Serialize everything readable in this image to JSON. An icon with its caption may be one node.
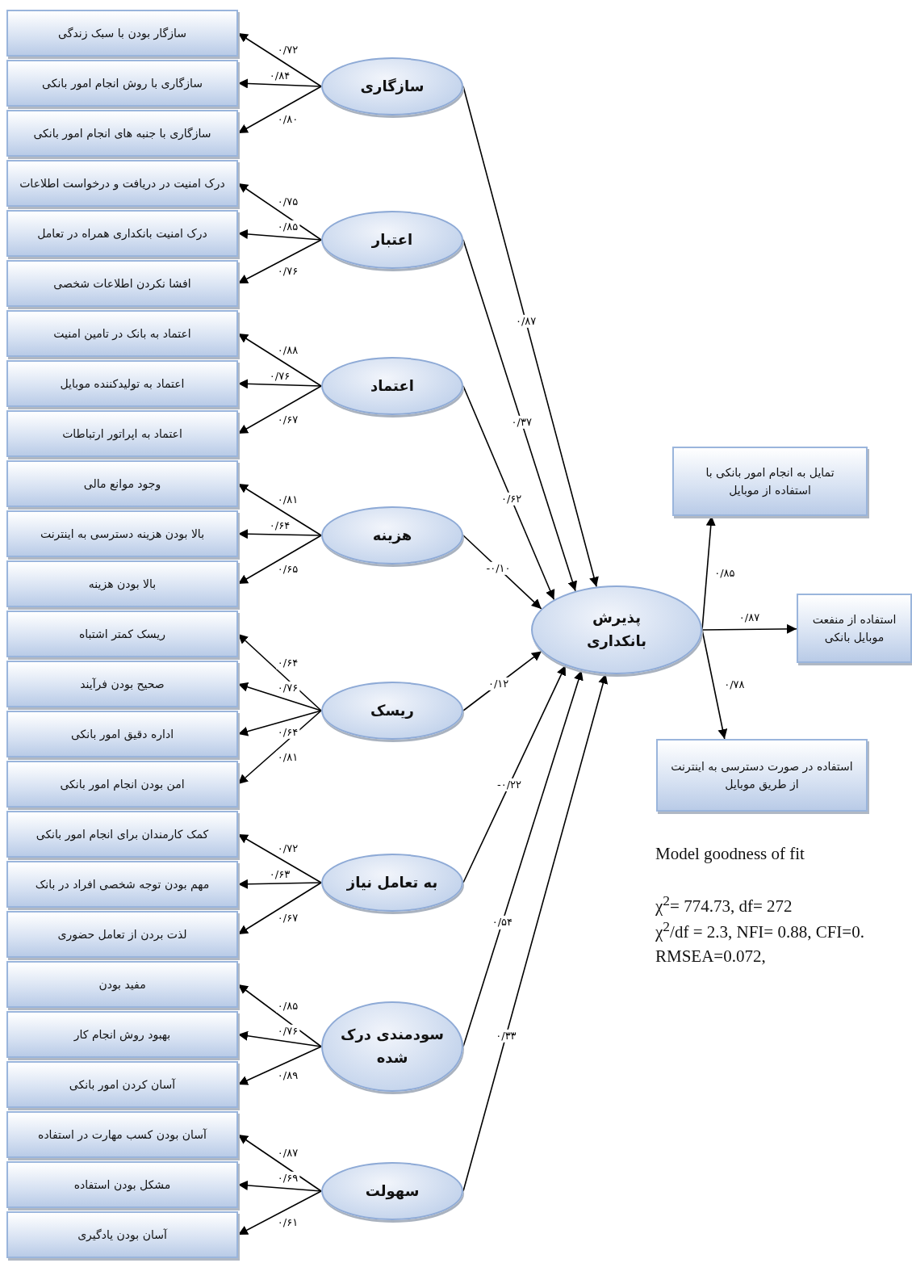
{
  "diagram": {
    "nodes": [
      {
        "text": [
          "سازگار بودن با سبک زندگی"
        ]
      },
      {
        "text": [
          "سازگاری با روش انجام امور بانکی"
        ]
      },
      {
        "text": [
          "سازگاری با جنبه های انجام امور بانکی"
        ]
      },
      {
        "text": [
          "درک امنیت در دریافت و درخواست اطلاعات"
        ]
      },
      {
        "text": [
          "درک امنیت بانکداری همراه در تعامل"
        ]
      },
      {
        "text": [
          "افشا نکردن اطلاعات شخصی"
        ]
      },
      {
        "text": [
          "اعتماد به بانک در تامین امنیت"
        ]
      },
      {
        "text": [
          "اعتماد به تولیدکننده موبایل"
        ]
      },
      {
        "text": [
          "اعتماد به اپراتور ارتباطات"
        ]
      },
      {
        "text": [
          "وجود موانع مالی"
        ]
      },
      {
        "text": [
          "بالا بودن هزینه دسترسی به اینترنت"
        ]
      },
      {
        "text": [
          "بالا بودن هزینه"
        ]
      },
      {
        "text": [
          "ریسک کمتر اشتباه"
        ]
      },
      {
        "text": [
          "صحیح بودن فرآیند"
        ]
      },
      {
        "text": [
          "اداره دقیق امور بانکی"
        ]
      },
      {
        "text": [
          "امن بودن انجام امور بانکی"
        ]
      },
      {
        "text": [
          "کمک کارمندان برای انجام امور بانکی"
        ]
      },
      {
        "text": [
          "مهم بودن توجه شخصی افراد در بانک"
        ]
      },
      {
        "text": [
          "لذت بردن از تعامل حضوری"
        ]
      },
      {
        "text": [
          "مفید بودن"
        ]
      },
      {
        "text": [
          "بهبود روش انجام کار"
        ]
      },
      {
        "text": [
          "آسان کردن امور بانکی"
        ]
      },
      {
        "text": [
          "آسان بودن کسب مهارت در استفاده"
        ]
      },
      {
        "text": [
          "مشکل بودن استفاده"
        ]
      },
      {
        "text": [
          "آسان بودن یادگیری"
        ]
      },
      {
        "text": [
          "سازگاری"
        ]
      },
      {
        "text": [
          "اعتبار"
        ]
      },
      {
        "text": [
          "اعتماد"
        ]
      },
      {
        "text": [
          "هزینه"
        ]
      },
      {
        "text": [
          "ریسک"
        ]
      },
      {
        "text": [
          "به تعامل نیاز"
        ]
      },
      {
        "text": [
          "سودمندی درک شده"
        ]
      },
      {
        "text": [
          "سهولت"
        ]
      },
      {
        "text": [
          "پذیرش بانکداری"
        ]
      },
      {
        "text": [
          "تمایل به انجام امور بانکی با استفاده از موبایل"
        ]
      },
      {
        "text": [
          "استفاده از منفعت موبایل بانکی"
        ]
      },
      {
        "text": [
          "استفاده در صورت دسترسی به اینترنت از طریق موبایل"
        ]
      }
    ],
    "edges": [
      {
        "from": 25,
        "to": 0,
        "arrow": "to",
        "label": "۰/۷۲"
      },
      {
        "from": 25,
        "to": 1,
        "arrow": "to",
        "label": "۰/۸۴"
      },
      {
        "from": 25,
        "to": 2,
        "arrow": "to",
        "label": "۰/۸۰"
      },
      {
        "from": 26,
        "to": 3,
        "arrow": "to",
        "label": "۰/۷۵"
      },
      {
        "from": 26,
        "to": 4,
        "arrow": "to",
        "label": "۰/۸۵"
      },
      {
        "from": 26,
        "to": 5,
        "arrow": "to",
        "label": "۰/۷۶"
      },
      {
        "from": 27,
        "to": 6,
        "arrow": "to",
        "label": "۰/۸۸"
      },
      {
        "from": 27,
        "to": 7,
        "arrow": "to",
        "label": "۰/۷۶"
      },
      {
        "from": 27,
        "to": 8,
        "arrow": "to",
        "label": "۰/۶۷"
      },
      {
        "from": 28,
        "to": 9,
        "arrow": "to",
        "label": "۰/۸۱"
      },
      {
        "from": 28,
        "to": 10,
        "arrow": "to",
        "label": "۰/۶۴"
      },
      {
        "from": 28,
        "to": 11,
        "arrow": "to",
        "label": "۰/۶۵"
      },
      {
        "from": 29,
        "to": 12,
        "arrow": "to",
        "label": "۰/۶۴"
      },
      {
        "from": 29,
        "to": 13,
        "arrow": "to",
        "label": "۰/۷۶"
      },
      {
        "from": 29,
        "to": 14,
        "arrow": "to",
        "label": "۰/۶۴"
      },
      {
        "from": 29,
        "to": 15,
        "arrow": "to",
        "label": "۰/۸۱"
      },
      {
        "from": 30,
        "to": 16,
        "arrow": "to",
        "label": "۰/۷۲"
      },
      {
        "from": 30,
        "to": 17,
        "arrow": "to",
        "label": "۰/۶۳"
      },
      {
        "from": 30,
        "to": 18,
        "arrow": "to",
        "label": "۰/۶۷"
      },
      {
        "from": 31,
        "to": 19,
        "arrow": "to",
        "label": "۰/۸۵"
      },
      {
        "from": 31,
        "to": 20,
        "arrow": "to",
        "label": "۰/۷۶"
      },
      {
        "from": 31,
        "to": 21,
        "arrow": "to",
        "label": "۰/۸۹"
      },
      {
        "from": 32,
        "to": 22,
        "arrow": "to",
        "label": "۰/۸۷"
      },
      {
        "from": 32,
        "to": 23,
        "arrow": "to",
        "label": "۰/۶۹"
      },
      {
        "from": 32,
        "to": 24,
        "arrow": "to",
        "label": "۰/۶۱"
      },
      {
        "from": 25,
        "to": 33,
        "arrow": "to",
        "label": "۰/۸۷"
      },
      {
        "from": 26,
        "to": 33,
        "arrow": "to",
        "label": "۰/۳۷"
      },
      {
        "from": 27,
        "to": 33,
        "arrow": "to",
        "label": "۰/۶۲"
      },
      {
        "from": 28,
        "to": 33,
        "arrow": "to",
        "label": "-۰/۱۰"
      },
      {
        "from": 29,
        "to": 33,
        "arrow": "to",
        "label": "۰/۱۲"
      },
      {
        "from": 30,
        "to": 33,
        "arrow": "to",
        "label": "-۰/۲۲"
      },
      {
        "from": 31,
        "to": 33,
        "arrow": "to",
        "label": "۰/۵۴"
      },
      {
        "from": 32,
        "to": 33,
        "arrow": "to",
        "label": "۰/۳۳"
      },
      {
        "from": 33,
        "to": 34,
        "arrow": "to",
        "label": "۰/۸۵"
      },
      {
        "from": 33,
        "to": 35,
        "arrow": "to",
        "label": "۰/۸۷"
      },
      {
        "from": 33,
        "to": 36,
        "arrow": "to",
        "label": "۰/۷۸"
      }
    ],
    "labels": [
      "Model goodness of fit",
      "χ$^{2}$= 774.73, df= 272",
      "χ$^{2}$/df = 2.3, NFI= 0.88, CFI=0.",
      "RMSEA=0.072,"
    ]
  }
}
